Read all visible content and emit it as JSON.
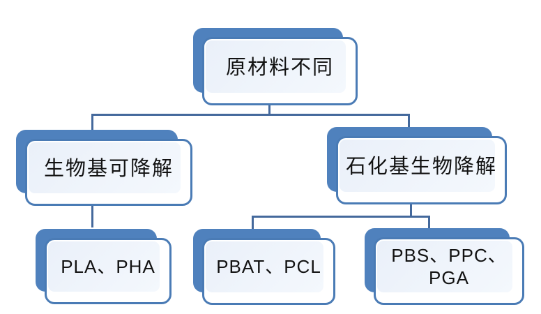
{
  "diagram": {
    "type": "hierarchy-tree",
    "root_label": "原材料不同",
    "colors": {
      "accent": "#4f81bd",
      "border": "#4a7bb5",
      "fill_light": "#eaf0f9",
      "fill_light2": "#f4f8fd",
      "connector": "#44699c",
      "text": "#121212",
      "background": "#ffffff"
    },
    "nodes": {
      "root": {
        "label": "原材料不同",
        "level": 1
      },
      "bio": {
        "label": "生物基可降解",
        "level": 2
      },
      "petro": {
        "label": "石化基生物降解",
        "level": 2
      },
      "pla": {
        "label": "PLA、PHA",
        "level": 3
      },
      "pbat": {
        "label": "PBAT、PCL",
        "level": 3
      },
      "pbs": {
        "label": "PBS、PPC、\nPGA",
        "level": 3
      }
    },
    "edges": [
      {
        "from": "root",
        "to": "bio"
      },
      {
        "from": "root",
        "to": "petro"
      },
      {
        "from": "bio",
        "to": "pla"
      },
      {
        "from": "petro",
        "to": "pbat"
      },
      {
        "from": "petro",
        "to": "pbs"
      }
    ]
  }
}
